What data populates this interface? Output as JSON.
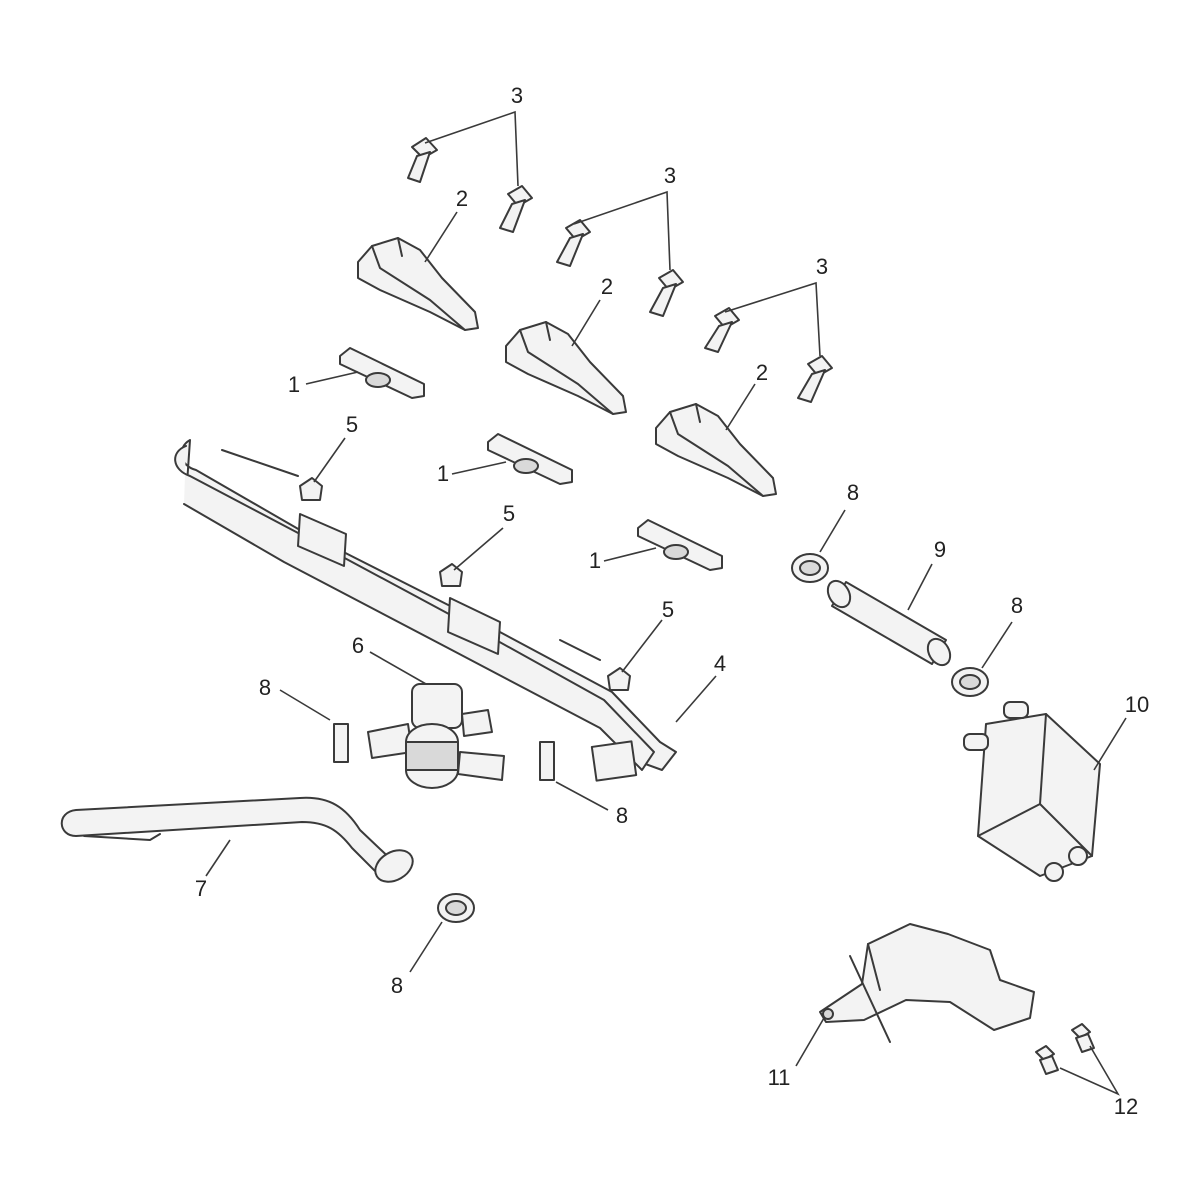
{
  "callouts": {
    "c1a": "1",
    "c1b": "1",
    "c1c": "1",
    "c2a": "2",
    "c2b": "2",
    "c2c": "2",
    "c3a": "3",
    "c3b": "3",
    "c3c": "3",
    "c4": "4",
    "c5a": "5",
    "c5b": "5",
    "c5c": "5",
    "c6": "6",
    "c7": "7",
    "c8a": "8",
    "c8b": "8",
    "c8c": "8",
    "c8d": "8",
    "c8e": "8",
    "c9": "9",
    "c10": "10",
    "c11": "11",
    "c12": "12"
  }
}
